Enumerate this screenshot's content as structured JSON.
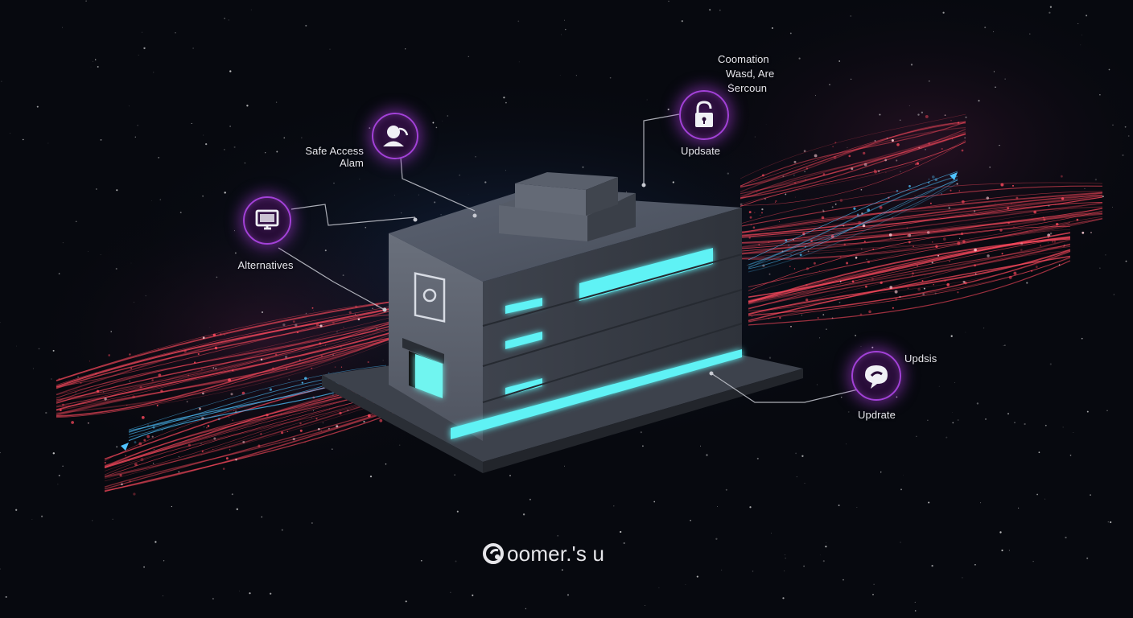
{
  "callouts": {
    "safe_access": {
      "line1": "Safe Access",
      "line2": "Alam",
      "icon": "person-shield-icon"
    },
    "alternatives": {
      "label": "Alternatives",
      "icon": "monitor-icon"
    },
    "security": {
      "line1": "Coomation",
      "line2": "Wasd, Are",
      "line3": "Sercoun",
      "label": "Updsate",
      "icon": "padlock-icon"
    },
    "updates": {
      "label_top": "Updsis",
      "label_bottom": "Updrate",
      "icon": "speech-bubble-icon"
    }
  },
  "brand": {
    "name": "oomer.'s u",
    "logo": "brand-logo-icon"
  },
  "colors": {
    "background": "#07090f",
    "accent_cyan": "#5ef2f5",
    "accent_purple": "#a341d8",
    "stream_red": "#ff4a5e",
    "stream_blue": "#4fc3ff"
  }
}
